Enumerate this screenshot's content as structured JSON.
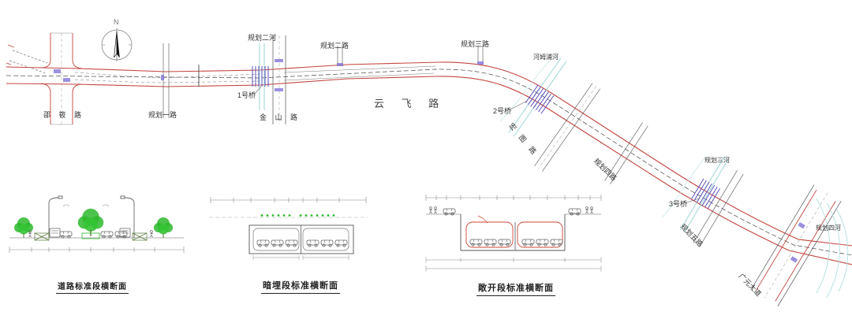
{
  "plan": {
    "north_label": "N",
    "main_road": "云 飞 路",
    "labels": {
      "shaoxiao_road": "邵 筱 路",
      "planned_road_1": "规划一路",
      "planned_river_2": "规划二河",
      "bridge_1": "1号桥",
      "jinshan_road": "金 山 路",
      "planned_road_2": "规划二路",
      "planned_road_3": "规划三路",
      "hemupu_river": "河姆浦河",
      "bridge_2": "2号桥",
      "hongtu_road": "宏 图 路",
      "planned_road_4": "规划四路",
      "planned_river_3": "规划三河",
      "bridge_3": "3号桥",
      "planned_road_5": "规划五路",
      "planned_river_4": "规划四河",
      "guangyuan_avenue": "广元大道"
    }
  },
  "sections": [
    {
      "id": "standard",
      "title": "道路标准段横断面"
    },
    {
      "id": "buried",
      "title": "暗埋段标准横断面"
    },
    {
      "id": "open",
      "title": "敞开段标准横断面"
    }
  ],
  "colors": {
    "road_edge_red": "#c2453f",
    "river_cyan": "#9fd6d6",
    "bridge_purple": "#5a50bb",
    "crosswalk_purple": "#8276d8",
    "tree_green": "#2db82d",
    "line_dark": "#444444",
    "dim_gray": "#888888"
  }
}
